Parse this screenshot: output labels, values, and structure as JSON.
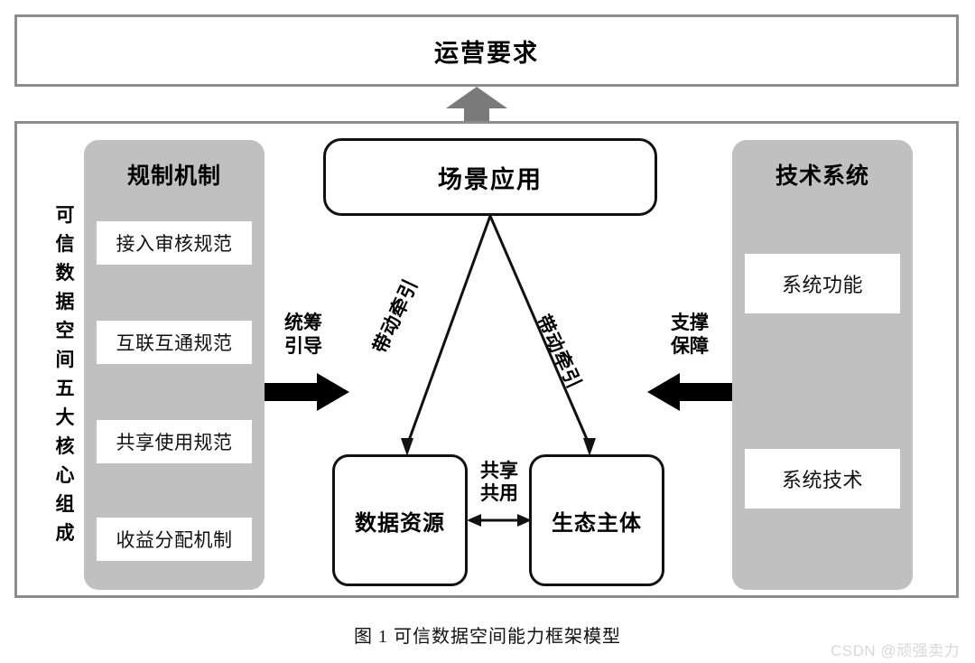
{
  "top": {
    "title": "运营要求"
  },
  "arrows": {
    "up_arrow_icon": "up-arrow-icon",
    "left_block_arrow_icon": "right-pointing-block-arrow-icon",
    "right_block_arrow_icon": "left-pointing-block-arrow-icon",
    "left_block_label_line1": "统筹",
    "left_block_label_line2": "引导",
    "right_block_label_line1": "支撑",
    "right_block_label_line2": "保障",
    "diagonal_left_label": "带动牵引",
    "diagonal_right_label": "带动牵引",
    "share_label_line1": "共享",
    "share_label_line2": "共用"
  },
  "side_caption": {
    "chars": [
      "可",
      "信",
      "数",
      "据",
      "空",
      "间",
      "五",
      "大",
      "核",
      "心",
      "组",
      "成"
    ],
    "text": "可信数据空间五大核心组成"
  },
  "left_panel": {
    "title": "规制机制",
    "items": [
      {
        "label": "接入审核规范"
      },
      {
        "label": "互联互通规范"
      },
      {
        "label": "共享使用规范"
      },
      {
        "label": "收益分配机制"
      }
    ]
  },
  "right_panel": {
    "title": "技术系统",
    "items": [
      {
        "label": "系统功能"
      },
      {
        "label": "系统技术"
      }
    ]
  },
  "center": {
    "scene": "场景应用",
    "data_resource": "数据资源",
    "ecosystem": "生态主体"
  },
  "caption": "图  1  可信数据空间能力框架模型",
  "watermark": "CSDN @顽强卖力",
  "colors": {
    "panel_gray": "#c0c0c0",
    "frame_border": "#8c8c8c",
    "arrow_gray": "#7a7a7a",
    "block_arrow": "#000000",
    "node_border": "#111111",
    "watermark": "#d8d8dc"
  }
}
